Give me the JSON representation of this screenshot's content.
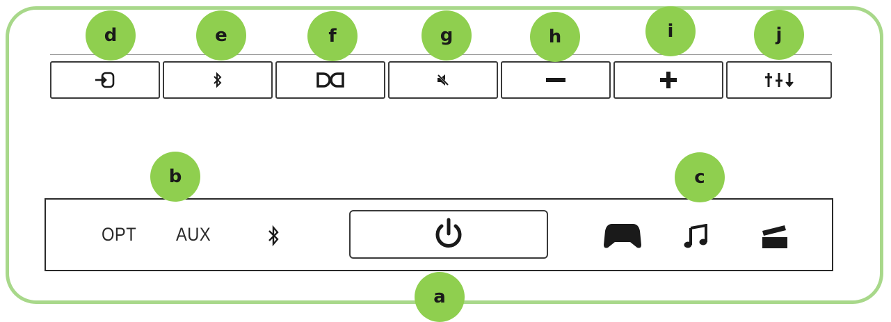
{
  "top_row": {
    "buttons": [
      {
        "callout": "d",
        "icon": "input-source-icon"
      },
      {
        "callout": "e",
        "icon": "bluetooth-icon"
      },
      {
        "callout": "f",
        "icon": "dolby-icon"
      },
      {
        "callout": "g",
        "icon": "mute-icon"
      },
      {
        "callout": "h",
        "icon": "volume-down-icon"
      },
      {
        "callout": "i",
        "icon": "volume-up-icon"
      },
      {
        "callout": "j",
        "icon": "equalizer-icon"
      }
    ]
  },
  "indicator_panel": {
    "callout_sources": "b",
    "callout_modes": "c",
    "callout_power": "a",
    "sources": [
      "OPT",
      "AUX"
    ],
    "bluetooth_icon": "bluetooth-icon",
    "power_icon": "power-icon",
    "modes": [
      "gamepad-icon",
      "music-note-icon",
      "movie-clapper-icon"
    ]
  },
  "colors": {
    "frame": "#a8d88a",
    "callout": "#8fcf4f",
    "line": "#2a2a2a"
  }
}
